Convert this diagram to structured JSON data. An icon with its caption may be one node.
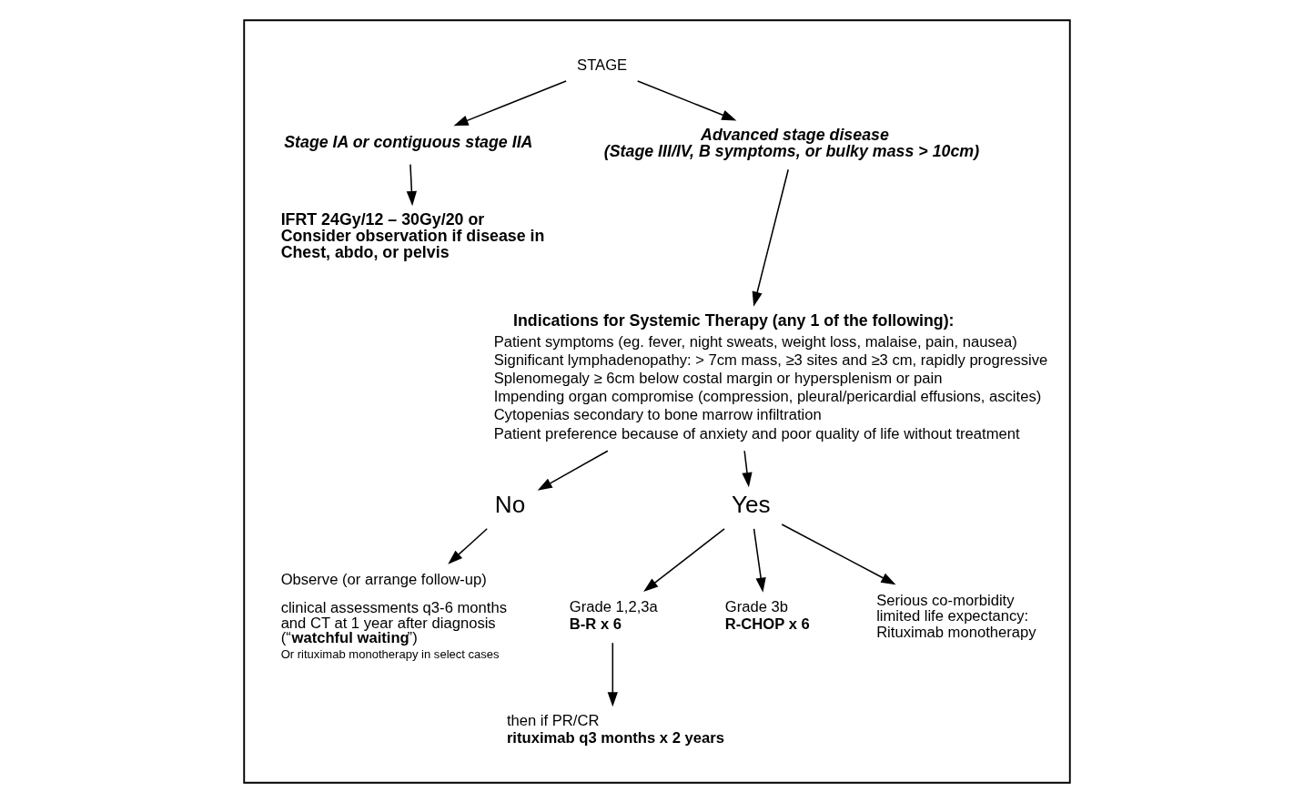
{
  "diagram": {
    "nodes": [
      {
        "text": [],
        "shape": "box"
      },
      {
        "text": [
          "STAGE"
        ],
        "in": 0
      },
      {
        "text": [
          "Stage IA or contiguous stage IIA"
        ],
        "in": 0
      },
      {
        "text": [
          "Advanced stage disease (Stage III/IV, B symptoms, or bulky mass > 10cm)"
        ],
        "in": 0
      },
      {
        "text": [
          "IFRT 24Gy/12 – 30Gy/20 or Consider observation if disease in Chest, abdo, or pelvis"
        ],
        "in": 0
      },
      {
        "text": [
          "Indications for Systemic Therapy (any 1 of the following):",
          "Patient symptoms (eg. fever, night sweats, weight loss, malaise, pain, nausea)",
          "Significant lymphadenopathy: > 7cm mass, ≥3 sites and ≥3 cm, rapidly progressive",
          "Splenomegaly ≥ 6cm below costal margin or hypersplenism or pain",
          "Impending organ compromise (compression, pleural/pericardial effusions, ascites)",
          "Cytopenias secondary to bone marrow infiltration",
          "Patient preference because of anxiety and poor quality of life without treatment"
        ],
        "in": 0
      },
      {
        "text": [
          "No"
        ],
        "in": 0
      },
      {
        "text": [
          "Yes"
        ],
        "in": 0
      },
      {
        "text": [
          "Observe (or arrange follow-up)",
          "clinical assessments q3-6 months and CT at 1 year after diagnosis (“**watchful waiting**”)",
          "Or rituximab monotherapy in select cases"
        ],
        "in": 0
      },
      {
        "text": [
          "Grade 1,2,3a",
          "B-R x 6"
        ],
        "in": 0
      },
      {
        "text": [
          "then if PR/CR",
          "rituximab q3 months x 2 years"
        ],
        "in": 0
      },
      {
        "text": [
          "Grade 3b",
          "R-CHOP x 6"
        ],
        "in": 0
      },
      {
        "text": [
          "Serious co-morbidity limited life expectancy: Rituximab monotherapy"
        ],
        "in": 0
      }
    ],
    "edges": [
      {
        "from": 1,
        "to": 2,
        "arrow": "to"
      },
      {
        "from": 1,
        "to": 3,
        "arrow": "to"
      },
      {
        "from": 2,
        "to": 4,
        "arrow": "to"
      },
      {
        "from": 3,
        "to": 5,
        "arrow": "to"
      },
      {
        "from": 5,
        "to": 6,
        "arrow": "to"
      },
      {
        "from": 5,
        "to": 7,
        "arrow": "to"
      },
      {
        "from": 6,
        "to": 8,
        "arrow": "to"
      },
      {
        "from": 7,
        "to": 9,
        "arrow": "to"
      },
      {
        "from": 7,
        "to": 11,
        "arrow": "to"
      },
      {
        "from": 7,
        "to": 12,
        "arrow": "to"
      },
      {
        "from": 9,
        "to": 10,
        "arrow": "to"
      }
    ]
  }
}
